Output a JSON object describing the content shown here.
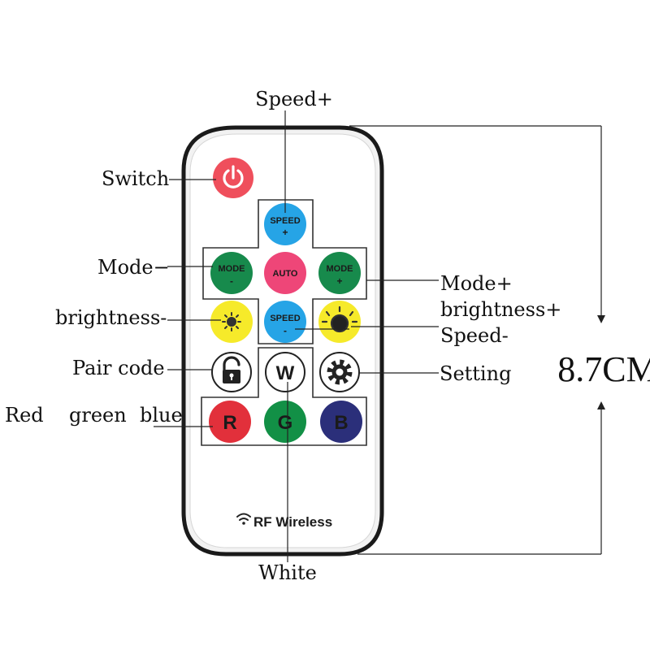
{
  "labels": {
    "speed_plus": "Speed+",
    "switch": "Switch",
    "mode_minus": "Mode−",
    "brightness_minus": "brightness-",
    "pair_code": "Pair code",
    "red": "Red",
    "green": "green",
    "blue": "blue",
    "mode_plus": "Mode+",
    "brightness_plus": "brightness+",
    "speed_minus": "Speed-",
    "setting": "Setting",
    "white": "White"
  },
  "dimension": {
    "height": "8.7CM"
  },
  "buttons": {
    "speed_up": {
      "line1": "SPEED",
      "line2": "+"
    },
    "mode_down": {
      "line1": "MODE",
      "line2": "-"
    },
    "auto": {
      "text": "AUTO"
    },
    "mode_up": {
      "line1": "MODE",
      "line2": "+"
    },
    "speed_down": {
      "line1": "SPEED",
      "line2": "-"
    },
    "white": {
      "text": "W"
    },
    "red": {
      "text": "R"
    },
    "green": {
      "text": "G"
    },
    "blue": {
      "text": "B"
    }
  },
  "branding": {
    "text": "RF Wireless",
    "icon": "wifi-icon"
  },
  "colors": {
    "power": "#ef4f5c",
    "speed": "#26a4e6",
    "mode": "#178a4c",
    "auto": "#ee4678",
    "brightness": "#f6ea2a",
    "red": "#e2303b",
    "green": "#129046",
    "blue": "#2b2f7a",
    "white_btn": "#ffffff"
  }
}
